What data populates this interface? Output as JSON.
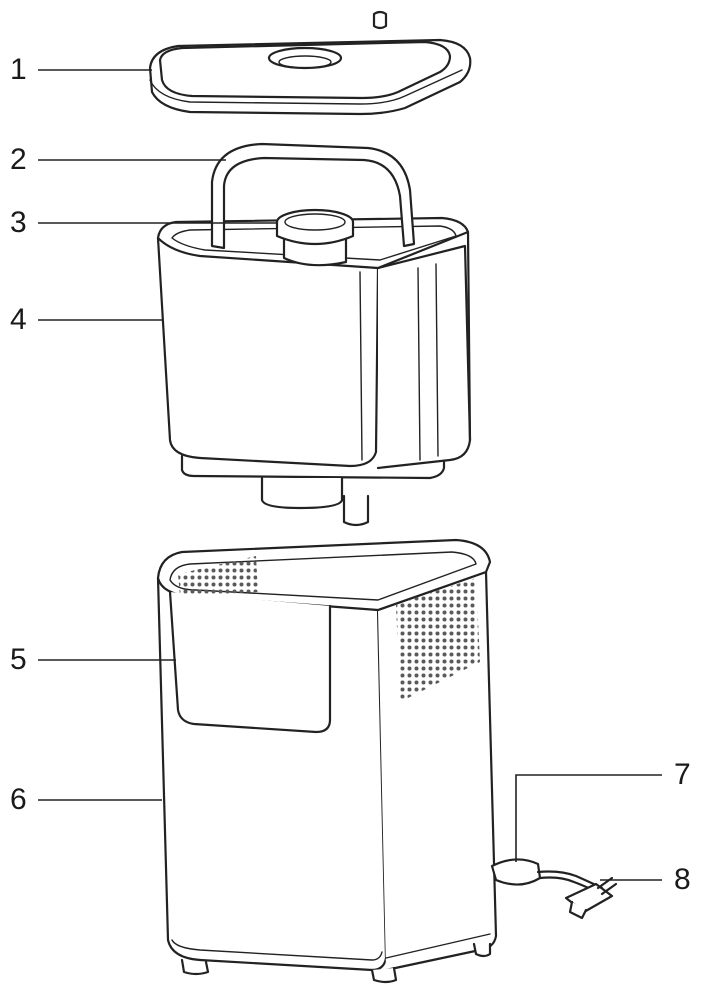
{
  "callouts": [
    {
      "id": "1",
      "text": "1"
    },
    {
      "id": "2",
      "text": "2"
    },
    {
      "id": "3",
      "text": "3"
    },
    {
      "id": "4",
      "text": "4"
    },
    {
      "id": "5",
      "text": "5"
    },
    {
      "id": "6",
      "text": "6"
    },
    {
      "id": "7",
      "text": "7"
    },
    {
      "id": "8",
      "text": "8"
    }
  ],
  "colors": {
    "line": "#222222",
    "background": "#ffffff",
    "grille": "#bdbdbd"
  }
}
